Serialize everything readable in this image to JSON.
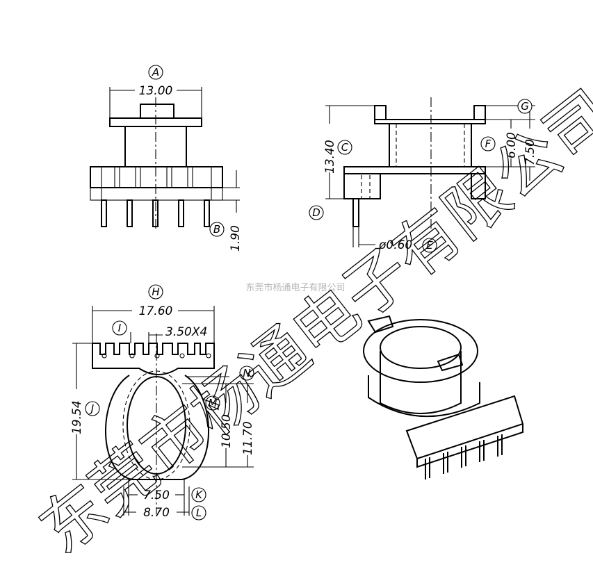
{
  "labels": {
    "A": "A",
    "B": "B",
    "C": "C",
    "D": "D",
    "E": "E",
    "F": "F",
    "G": "G",
    "H": "H",
    "I": "I",
    "J": "J",
    "K": "K",
    "L": "L",
    "M": "M",
    "N": "N"
  },
  "dimensions": {
    "A": "13.00",
    "B": "1.90",
    "C": "13.40",
    "E": "ø0.60",
    "F": "6.00",
    "G": "7.50",
    "H": "17.60",
    "I": "3.50X4",
    "J": "19.54",
    "K": "7.50",
    "L": "8.70",
    "M": "10.50",
    "N": "11.70"
  },
  "watermark": {
    "large": "东莞市杨通电子有限公司",
    "small": "东莞市杨通电子有限公司"
  }
}
